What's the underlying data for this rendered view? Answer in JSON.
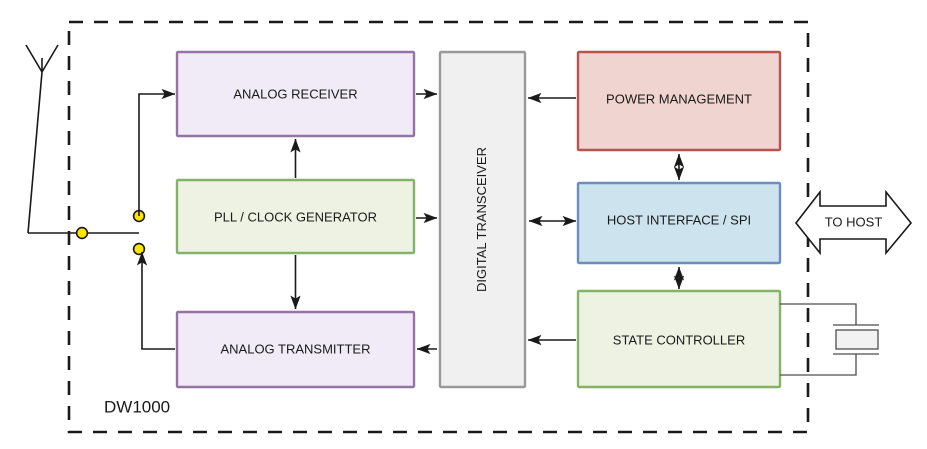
{
  "diagram": {
    "title": "DW1000",
    "chip_label": "DW1000",
    "boundary": {
      "style": "dashed",
      "color": "#1a1a1a"
    }
  },
  "blocks": [
    {
      "id": "analog-receiver",
      "label": "ANALOG RECEIVER",
      "fill": "#f0ebf6",
      "stroke": "#9673a6"
    },
    {
      "id": "pll-clock",
      "label": "PLL / CLOCK GENERATOR",
      "fill": "#eef2e3",
      "stroke": "#82b366"
    },
    {
      "id": "analog-transmitter",
      "label": "ANALOG TRANSMITTER",
      "fill": "#f0ebf6",
      "stroke": "#9673a6"
    },
    {
      "id": "digital-transceiver",
      "label": "DIGITAL TRANSCEIVER",
      "fill": "#f0f0f0",
      "stroke": "#999999"
    },
    {
      "id": "power-management",
      "label": "POWER MANAGEMENT",
      "fill": "#f0d4d0",
      "stroke": "#b85450"
    },
    {
      "id": "host-interface",
      "label": "HOST INTERFACE / SPI",
      "fill": "#cde4ef",
      "stroke": "#6c8ebf"
    },
    {
      "id": "state-controller",
      "label": "STATE CONTROLLER",
      "fill": "#eef2e3",
      "stroke": "#82b366"
    }
  ],
  "external": {
    "antenna": {
      "name": "antenna-symbol"
    },
    "rf_switch": {
      "name": "rf-switch",
      "terminal_color": "#ffe600"
    },
    "crystal": {
      "name": "crystal-oscillator-symbol"
    },
    "to_host": {
      "label": "TO HOST"
    }
  },
  "connections": [
    {
      "from": "rf-switch",
      "to": "analog-receiver",
      "type": "single"
    },
    {
      "from": "analog-receiver",
      "to": "digital-transceiver",
      "type": "single"
    },
    {
      "from": "pll-clock",
      "to": "analog-receiver",
      "type": "single"
    },
    {
      "from": "pll-clock",
      "to": "digital-transceiver",
      "type": "single"
    },
    {
      "from": "pll-clock",
      "to": "analog-transmitter",
      "type": "single"
    },
    {
      "from": "digital-transceiver",
      "to": "analog-transmitter",
      "type": "single"
    },
    {
      "from": "analog-transmitter",
      "to": "rf-switch",
      "type": "single"
    },
    {
      "from": "power-management",
      "to": "digital-transceiver",
      "type": "single"
    },
    {
      "from": "power-management",
      "to": "host-interface",
      "type": "double"
    },
    {
      "from": "host-interface",
      "to": "digital-transceiver",
      "type": "double"
    },
    {
      "from": "host-interface",
      "to": "state-controller",
      "type": "double"
    },
    {
      "from": "state-controller",
      "to": "digital-transceiver",
      "type": "single"
    },
    {
      "from": "state-controller",
      "to": "crystal",
      "type": "plain"
    },
    {
      "from": "host-interface",
      "to": "to-host",
      "type": "double"
    }
  ]
}
